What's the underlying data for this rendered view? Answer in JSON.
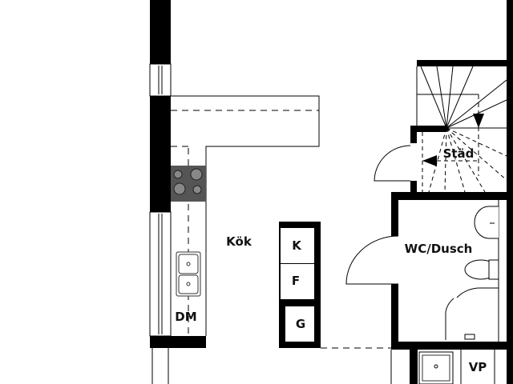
{
  "rooms": {
    "kitchen": "Kök",
    "dishwasher": "DM",
    "fridge": "K",
    "freezer": "F",
    "wardrobe": "G",
    "storage": "Städ",
    "bathroom": "WC/Dusch",
    "water_heater": "VP"
  },
  "colors": {
    "wall": "#000000",
    "stove": "#555555",
    "line": "#333333"
  }
}
